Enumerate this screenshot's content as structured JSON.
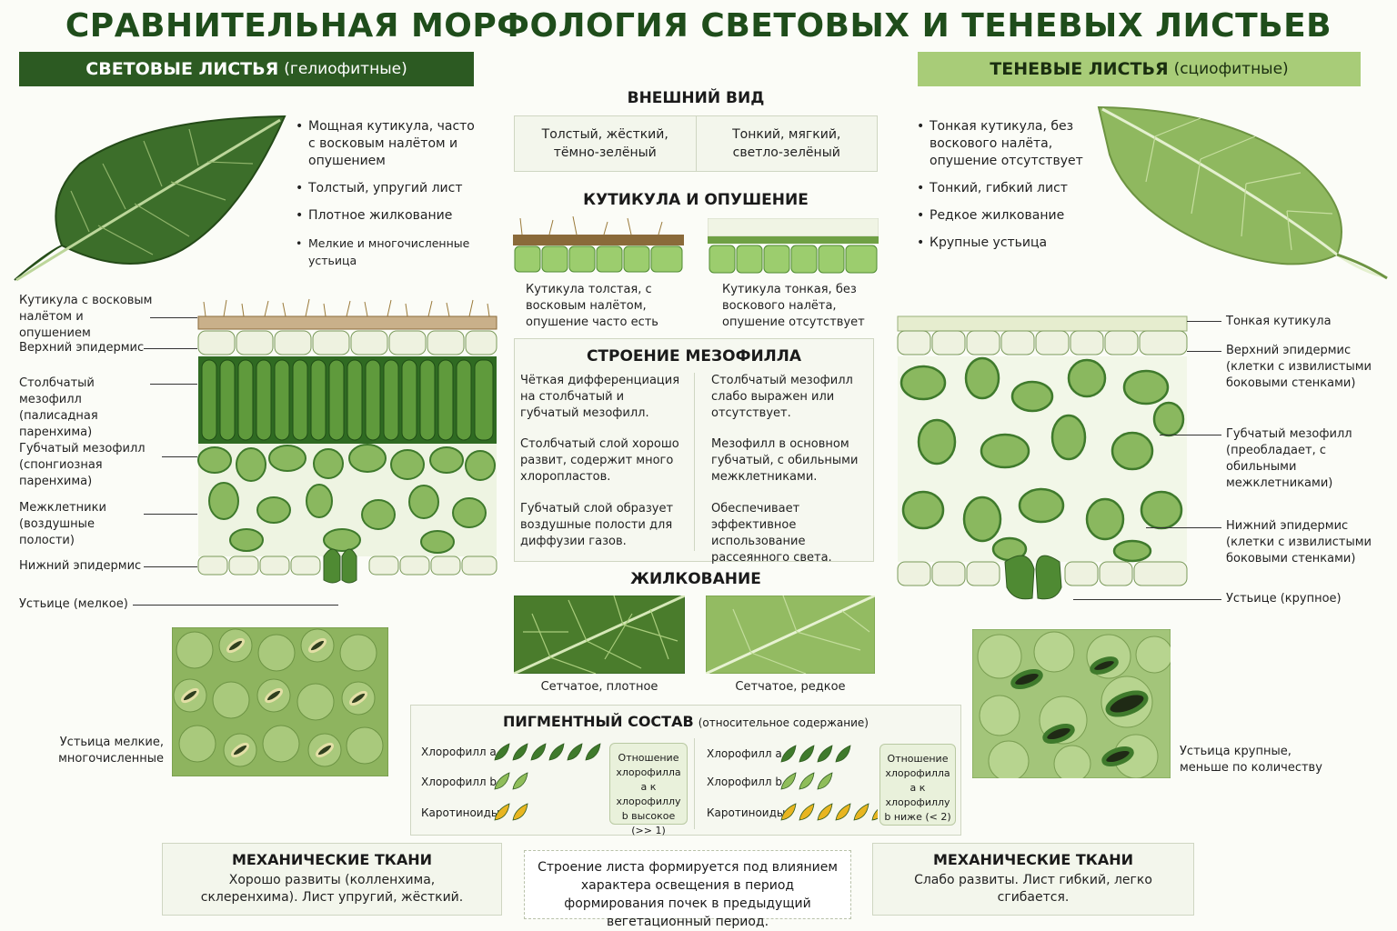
{
  "title": "СРАВНИТЕЛЬНАЯ МОРФОЛОГИЯ СВЕТОВЫХ И ТЕНЕВЫХ ЛИСТЬЕВ",
  "colors": {
    "dark_green": "#2c5a22",
    "light_green": "#a8cc78",
    "leaf_dark": "#3c6e2a",
    "leaf_light": "#8fb85f",
    "pigment_green": "#3f7a2c",
    "pigment_light": "#8fbd5a",
    "pigment_yellow": "#e8b520"
  },
  "light": {
    "header": "СВЕТОВЫЕ ЛИСТЬЯ",
    "header_sub": "(гелиофитные)",
    "bullets": [
      "Мощная кутикула, часто с восковым налётом и опушением",
      "Толстый, упругий лист",
      "Плотное жилкование",
      "Мелкие и многочисленные устьица"
    ],
    "labels": [
      "Кутикула с восковым налётом и опушением",
      "Верхний эпидермис",
      "Столбчатый мезофилл (палисадная паренхима)",
      "Губчатый мезофилл (спонгиозная паренхима)",
      "Межклетники (воздушные полости)",
      "Нижний эпидермис",
      "Устьице (мелкое)"
    ],
    "stomata_caption": "Устьица мелкие, многочисленные",
    "mech_title": "МЕХАНИЧЕСКИЕ ТКАНИ",
    "mech_text": "Хорошо развиты (колленхима, склеренхима). Лист упругий, жёсткий."
  },
  "shade": {
    "header": "ТЕНЕВЫЕ ЛИСТЬЯ",
    "header_sub": "(сциофитные)",
    "bullets": [
      "Тонкая кутикула, без воскового налёта, опушение отсутствует",
      "Тонкий, гибкий лист",
      "Редкое жилкование",
      "Крупные устьица"
    ],
    "labels": [
      "Тонкая кутикула",
      "Верхний эпидермис (клетки с извилистыми боковыми стенками)",
      "Губчатый мезофилл (преобладает, с обильными межклетниками)",
      "Нижний эпидермис (клетки с извилистыми боковыми стенками)",
      "Устьице (крупное)"
    ],
    "stomata_caption": "Устьица крупные, меньше по количеству",
    "mech_title": "МЕХАНИЧЕСКИЕ ТКАНИ",
    "mech_text": "Слабо развиты. Лист гибкий, легко сгибается."
  },
  "center": {
    "appearance_title": "ВНЕШНИЙ ВИД",
    "appearance_light": "Толстый, жёсткий, тёмно-зелёный",
    "appearance_shade": "Тонкий, мягкий, светло-зелёный",
    "cuticle_title": "КУТИКУЛА И ОПУШЕНИЕ",
    "cuticle_light": "Кутикула толстая, с восковым налётом, опушение часто есть",
    "cuticle_shade": "Кутикула тонкая, без воскового налёта, опушение отсутствует",
    "mesophyll_title": "СТРОЕНИЕ МЕЗОФИЛЛА",
    "mesophyll_light": [
      "Чёткая дифференциация на столбчатый и губчатый мезофилл.",
      "Столбчатый слой хорошо развит, содержит много хлоропластов.",
      "Губчатый слой образует воздушные полости для диффузии газов."
    ],
    "mesophyll_shade": [
      "Столбчатый мезофилл слабо выражен или отсутствует.",
      "Мезофилл в основном губчатый, с обильными межклетниками.",
      "Обеспечивает эффективное использование рассеянного света."
    ],
    "venation_title": "ЖИЛКОВАНИЕ",
    "venation_light": "Сетчатое, плотное",
    "venation_shade": "Сетчатое, редкое",
    "pigment_title": "ПИГМЕНТНЫЙ СОСТАВ",
    "pigment_sub": "(относительное содержание)",
    "pigment_rows": [
      "Хлорофилл a",
      "Хлорофилл b",
      "Каротиноиды"
    ],
    "pigment_light_counts": [
      6,
      2,
      2
    ],
    "pigment_shade_counts": [
      4,
      3,
      6
    ],
    "ratio_light": "Отношение хлорофилла a к хлорофиллу b высокое (>> 1)",
    "ratio_shade": "Отношение хлорофилла a к хлорофиллу b ниже (< 2)",
    "note": "Строение листа формируется под влиянием характера освещения в период формирования почек в предыдущий вегетационный период."
  }
}
